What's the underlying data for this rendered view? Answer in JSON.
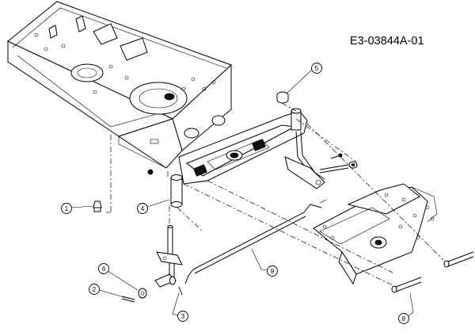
{
  "diagram": {
    "reference_code": "E3-03844A-01",
    "callouts": [
      {
        "id": "c1",
        "label": "1"
      },
      {
        "id": "c2",
        "label": "2"
      },
      {
        "id": "c3",
        "label": "3"
      },
      {
        "id": "c4",
        "label": "4"
      },
      {
        "id": "c5",
        "label": "5"
      },
      {
        "id": "c6",
        "label": "6"
      },
      {
        "id": "c8",
        "label": "8"
      },
      {
        "id": "c9",
        "label": "9"
      }
    ]
  }
}
